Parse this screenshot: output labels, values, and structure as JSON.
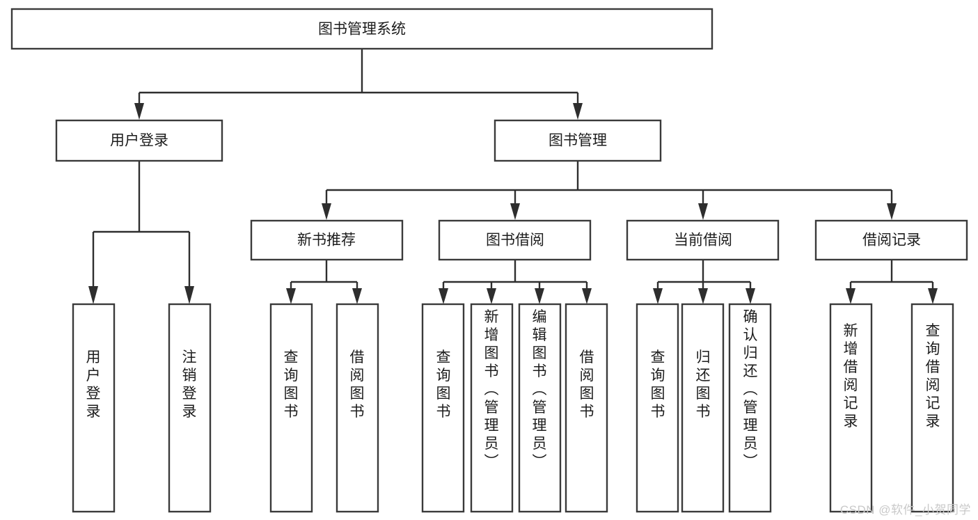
{
  "diagram": {
    "type": "tree",
    "title": "图书管理系统",
    "watermark": "CSDN @软件_小贺同学",
    "colors": {
      "background": "#ffffff",
      "box_stroke": "#3a3a3a",
      "edge_stroke": "#2e2e2e",
      "text": "#1c1c1c",
      "watermark": "#c9c9c9"
    },
    "root": {
      "label": "图书管理系统"
    },
    "level2": [
      {
        "label": "用户登录"
      },
      {
        "label": "图书管理"
      }
    ],
    "level3": [
      {
        "label": "新书推荐"
      },
      {
        "label": "图书借阅"
      },
      {
        "label": "当前借阅"
      },
      {
        "label": "借阅记录"
      }
    ],
    "leaves": {
      "user_login": [
        {
          "label": "用户登录"
        },
        {
          "label": "注销登录"
        }
      ],
      "new_book": [
        {
          "label": "查询图书"
        },
        {
          "label": "借阅图书"
        }
      ],
      "book_borrow": [
        {
          "label": "查询图书"
        },
        {
          "label": "新增图书（管理员）"
        },
        {
          "label": "编辑图书（管理员）"
        },
        {
          "label": "借阅图书"
        }
      ],
      "current_borrow": [
        {
          "label": "查询图书"
        },
        {
          "label": "归还图书"
        },
        {
          "label": "确认归还（管理员）"
        }
      ],
      "borrow_record": [
        {
          "label": "新增借阅记录"
        },
        {
          "label": "查询借阅记录"
        }
      ]
    }
  }
}
